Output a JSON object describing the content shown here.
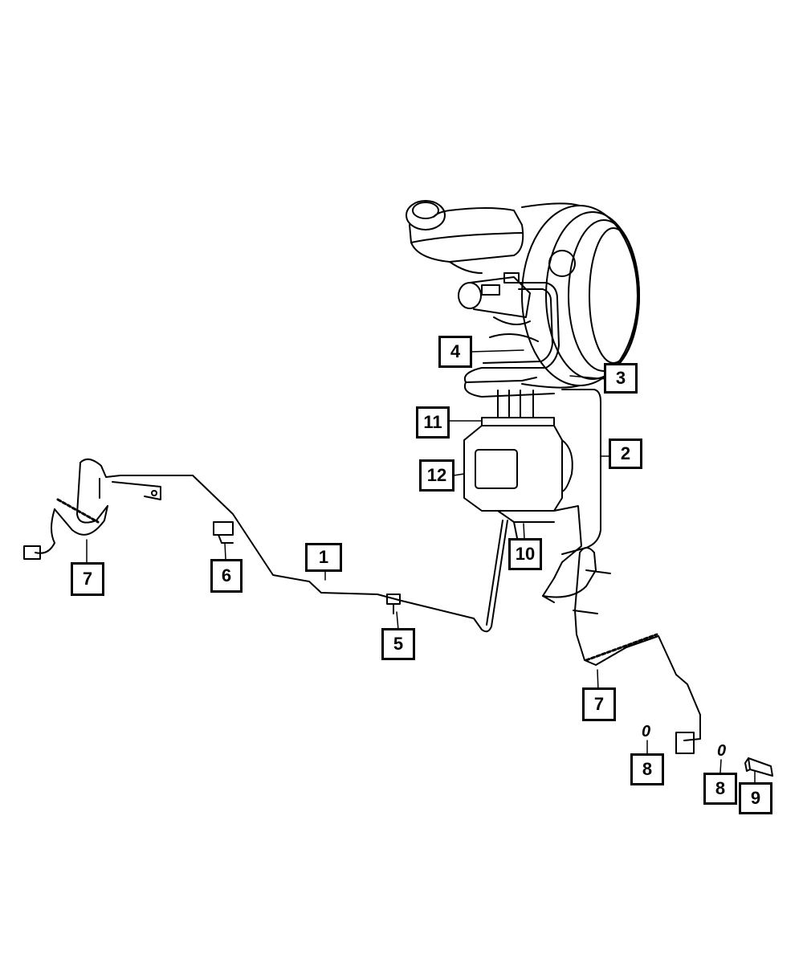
{
  "callouts": {
    "c1": "1",
    "c2": "2",
    "c3": "3",
    "c4": "4",
    "c5": "5",
    "c6": "6",
    "c7_left": "7",
    "c7_right": "7",
    "c8_left": "8",
    "c8_right": "8",
    "c9": "9",
    "c10": "10",
    "c11": "11",
    "c12": "12"
  },
  "ring_marks": {
    "left": "0",
    "right": "0"
  },
  "colors": {
    "line": "#000000",
    "background": "#ffffff"
  }
}
